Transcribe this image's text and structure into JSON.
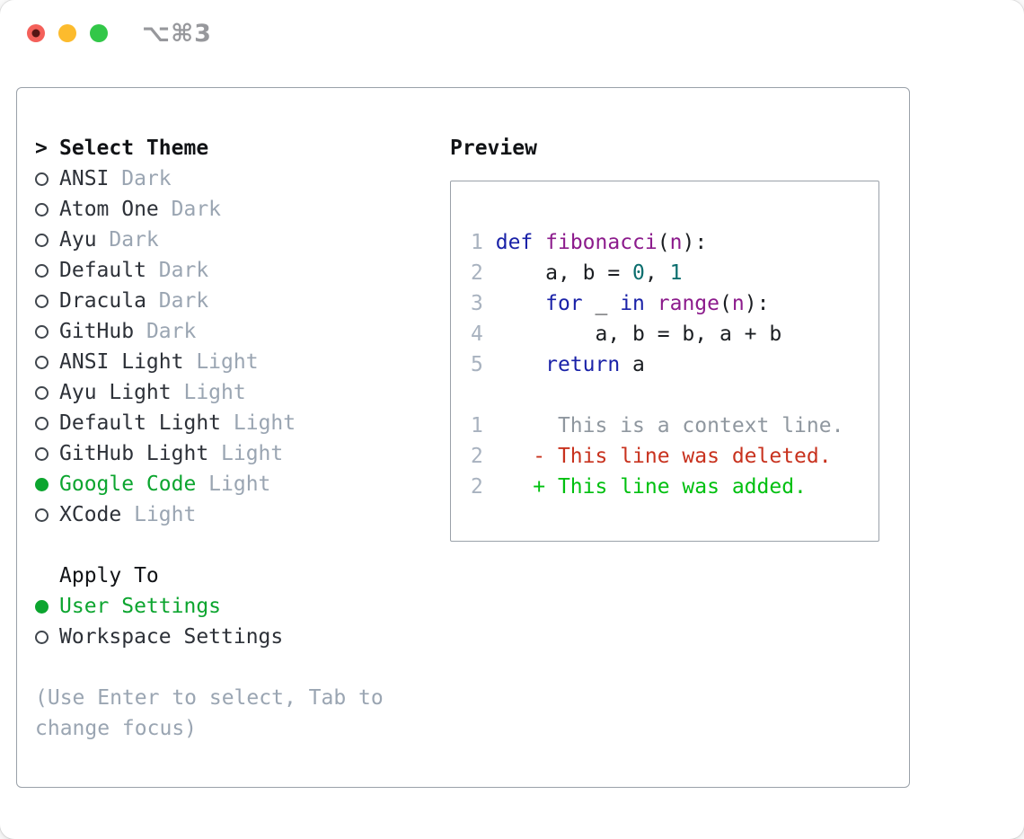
{
  "window": {
    "title": "⌥⌘3",
    "traffic_lights": [
      "close",
      "minimize",
      "zoom"
    ]
  },
  "theme_selector": {
    "header_prefix": ">",
    "header_label": "Select Theme",
    "items": [
      {
        "name": "ANSI",
        "tag": "Dark",
        "selected": false
      },
      {
        "name": "Atom One",
        "tag": "Dark",
        "selected": false
      },
      {
        "name": "Ayu",
        "tag": "Dark",
        "selected": false
      },
      {
        "name": "Default",
        "tag": "Dark",
        "selected": false
      },
      {
        "name": "Dracula",
        "tag": "Dark",
        "selected": false
      },
      {
        "name": "GitHub",
        "tag": "Dark",
        "selected": false
      },
      {
        "name": "ANSI Light",
        "tag": "Light",
        "selected": false
      },
      {
        "name": "Ayu Light",
        "tag": "Light",
        "selected": false
      },
      {
        "name": "Default Light",
        "tag": "Light",
        "selected": false
      },
      {
        "name": "GitHub Light",
        "tag": "Light",
        "selected": false
      },
      {
        "name": "Google Code",
        "tag": "Light",
        "selected": true
      },
      {
        "name": "XCode",
        "tag": "Light",
        "selected": false
      }
    ],
    "apply_to_label": "Apply To",
    "apply_to_options": [
      {
        "name": "User Settings",
        "selected": true
      },
      {
        "name": "Workspace Settings",
        "selected": false
      }
    ],
    "hint": "(Use Enter to select, Tab to change focus)"
  },
  "preview": {
    "label": "Preview",
    "code_lines": [
      {
        "num": "1",
        "tokens": [
          {
            "t": "def",
            "c": "kwd"
          },
          {
            "t": " "
          },
          {
            "t": "fibonacci",
            "c": "fn"
          },
          {
            "t": "("
          },
          {
            "t": "n",
            "c": "fn"
          },
          {
            "t": "):"
          }
        ]
      },
      {
        "num": "2",
        "tokens": [
          {
            "t": "    a, b = "
          },
          {
            "t": "0",
            "c": "num"
          },
          {
            "t": ", "
          },
          {
            "t": "1",
            "c": "num"
          }
        ]
      },
      {
        "num": "3",
        "tokens": [
          {
            "t": "    "
          },
          {
            "t": "for",
            "c": "kwd"
          },
          {
            "t": " _ "
          },
          {
            "t": "in",
            "c": "kwd"
          },
          {
            "t": " "
          },
          {
            "t": "range",
            "c": "fn"
          },
          {
            "t": "("
          },
          {
            "t": "n",
            "c": "fn"
          },
          {
            "t": "):"
          }
        ]
      },
      {
        "num": "4",
        "tokens": [
          {
            "t": "        a, b = b, a + b"
          }
        ]
      },
      {
        "num": "5",
        "tokens": [
          {
            "t": "    "
          },
          {
            "t": "return",
            "c": "kwd"
          },
          {
            "t": " a"
          }
        ]
      }
    ],
    "diff_lines": [
      {
        "num": "1",
        "text": "     This is a context line.",
        "kind": "context"
      },
      {
        "num": "2",
        "text": "   - This line was deleted.",
        "kind": "deleted"
      },
      {
        "num": "2",
        "text": "   + This line was added.",
        "kind": "added"
      }
    ]
  },
  "colors": {
    "keyword_blue": "#1a22a8",
    "function_purple": "#8c1b8c",
    "number_teal": "#0b6e6e",
    "deleted_red": "#c8321e",
    "added_green": "#00c010",
    "selected_green": "#0ca52f",
    "muted_gray": "#9aa5b2",
    "line_number_gray": "#a8b2bf",
    "border_gray": "#9aa1a9"
  }
}
